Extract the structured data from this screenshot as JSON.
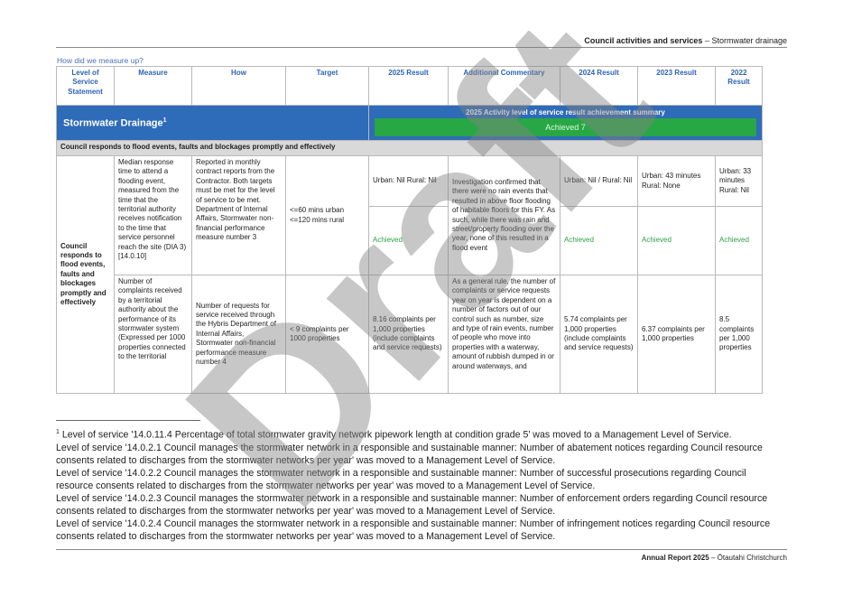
{
  "header": {
    "section": "Council activities and services",
    "separator": " – ",
    "subsection": "Stormwater drainage"
  },
  "section_link": "How did we measure up?",
  "columns": [
    "Level of Service Statement",
    "Measure",
    "How",
    "Target",
    "2025 Result",
    "Additional Commentary",
    "2024 Result",
    "2023 Result",
    "2022 Result"
  ],
  "title": {
    "text": "Stormwater Drainage",
    "sup": "1"
  },
  "summary": {
    "heading": "2025 Activity level of service result achievement summary",
    "achieved": "Achieved 7"
  },
  "group": "Council responds to flood events, faults and blockages promptly and effectively",
  "los_statement": "Council responds to flood events, faults and blockages promptly and effectively",
  "rows": [
    {
      "measure": "Median response time to attend a flooding event, measured from the time that the territorial authority receives notification to the time that service personnel reach the site (DIA 3) [14.0.10]",
      "how": "Reported in monthly contract reports from the Contractor. Both targets must be met for the level of service to be met. Department of Internal Affairs, Stormwater non-financial performance measure number 3",
      "target": "<=60 mins urban <=120 mins rural",
      "result_2025": "Urban: Nil Rural: Nil",
      "status_2025": "Achieved",
      "commentary": "Investigation confirmed that there were no rain events that resulted in above floor flooding of habitable floors for this FY. As such, while there was rain and street/property flooding over the year, none of this resulted in a flood event",
      "result_2024": "Urban: Nil / Rural: Nil",
      "status_2024": "Achieved",
      "result_2023": "Urban: 43 minutes Rural: None",
      "status_2023": "Achieved",
      "result_2022": "Urban: 33 minutes Rural: Nil",
      "status_2022": "Achieved"
    },
    {
      "measure": "Number of complaints received by a territorial authority about the performance of its stormwater system (Expressed per 1000 properties connected to the territorial",
      "how": "Number of requests for service received through the Hybris Department of Internal Affairs, Stormwater non-financial performance measure number 4",
      "target": "< 9 complaints per 1000 properties",
      "result_2025": "8.16 complaints per 1,000 properties (include complaints and service requests)",
      "commentary": "As a general rule, the number of complaints or service requests year on year is dependent on a number of factors out of our control such as number, size and type of rain events, number of people who move into properties with a waterway, amount of rubbish dumped in or around waterways, and",
      "result_2024": "5.74 complaints per 1,000 properties (include complaints and service requests)",
      "result_2023": "6.37 complaints per 1,000 properties",
      "result_2022": "8.5 complaints per 1,000 properties"
    }
  ],
  "footnotes": [
    {
      "sup": "1",
      "text": " Level of service '14.0.11.4 Percentage of total stormwater gravity network pipework length at condition grade 5' was moved to a Management Level of Service."
    },
    {
      "text": "Level of service '14.0.2.1 Council manages the stormwater network in a responsible and sustainable manner: Number of abatement notices regarding Council resource consents related to discharges from the stormwater networks per year' was moved to a Management Level of Service."
    },
    {
      "text": "Level of service '14.0.2.2 Council manages the stormwater network in a responsible and sustainable manner: Number of successful prosecutions regarding Council resource consents related to discharges from the stormwater networks per year' was moved to a Management Level of Service."
    },
    {
      "text": "Level of service '14.0.2.3 Council manages the stormwater network in a responsible and sustainable manner: Number of enforcement orders regarding Council resource consents related to discharges from the stormwater networks per year' was moved to a Management Level of Service."
    },
    {
      "text": "Level of service '14.0.2.4 Council manages the stormwater network in a responsible and sustainable manner: Number of infringement notices regarding Council resource consents related to discharges from the stormwater networks per year' was moved to a Management Level of Service."
    }
  ],
  "page_footer": {
    "report": "Annual Report 2025",
    "separator": " – ",
    "place": "Ōtautahi Christchurch"
  },
  "watermark": "Draft"
}
